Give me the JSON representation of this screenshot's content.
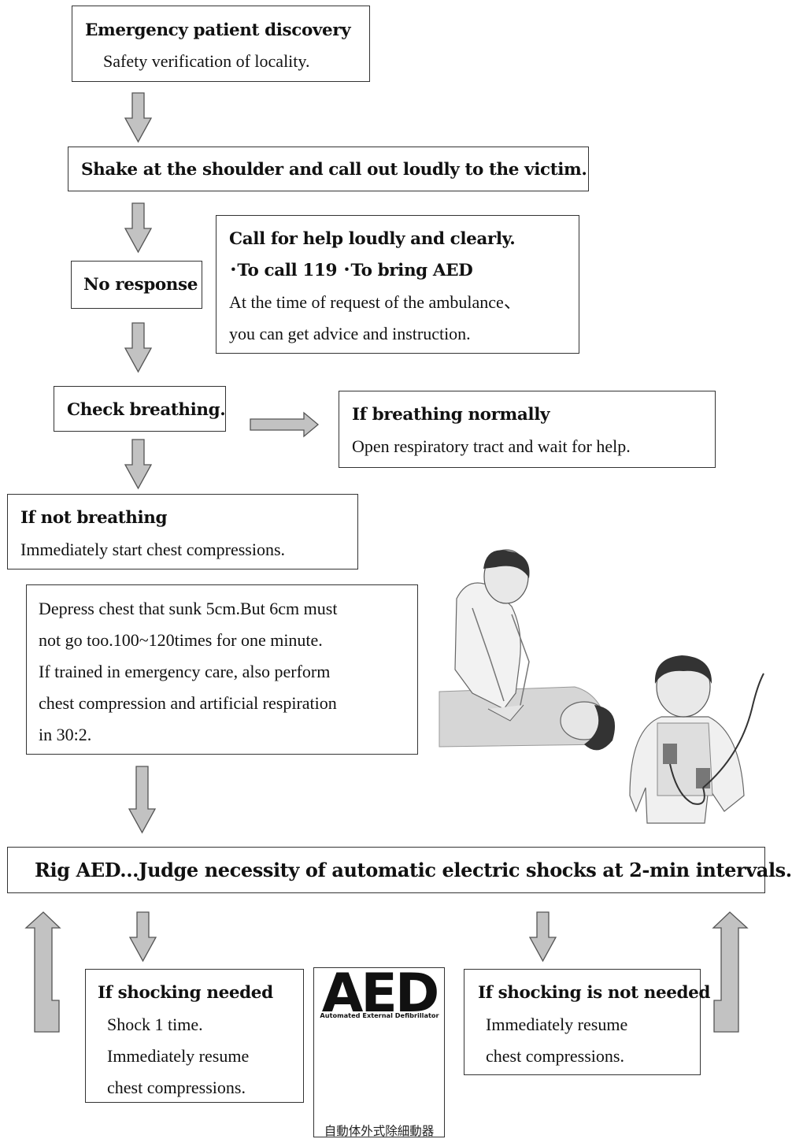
{
  "step1": {
    "title": "Emergency patient discovery",
    "text": "Safety verification of locality."
  },
  "step2": {
    "title": "Shake at the shoulder and call out loudly to the victim."
  },
  "no_response": {
    "label": "No response"
  },
  "call_help": {
    "title": "Call for help loudly and clearly.",
    "line2": "･To call 119 ･To bring AED",
    "line3": "At the time of request of the ambulance、",
    "line4": "you can get advice and instruction."
  },
  "check": {
    "label": "Check breathing."
  },
  "breathing_normal": {
    "title": "If breathing normally",
    "text": "Open respiratory tract and wait for help."
  },
  "not_breathing": {
    "title": "If not breathing",
    "text": "Immediately start chest compressions."
  },
  "compression": {
    "lines": [
      "Depress chest that sunk 5cm.But 6cm must",
      "not go too.100~120times for one minute.",
      "If trained in emergency care, also perform",
      "chest compression and artificial respiration",
      "in 30:2."
    ]
  },
  "aed_step": {
    "label": "Rig AED...Judge necessity of automatic electric shocks at 2-min intervals."
  },
  "shock_needed": {
    "title": "If shocking needed",
    "lines": [
      "Shock 1 time.",
      "Immediately resume",
      "chest compressions."
    ]
  },
  "shock_not_needed": {
    "title": "If shocking is not needed",
    "lines": [
      "Immediately resume",
      "chest compressions."
    ]
  },
  "aed_logo": {
    "big": "AED",
    "sub": "Automated External Defibrillator",
    "jp": "自動体外式除細動器"
  },
  "colors": {
    "arrow_fill": "#c2c2c2",
    "arrow_stroke": "#555555",
    "border": "#333333"
  }
}
